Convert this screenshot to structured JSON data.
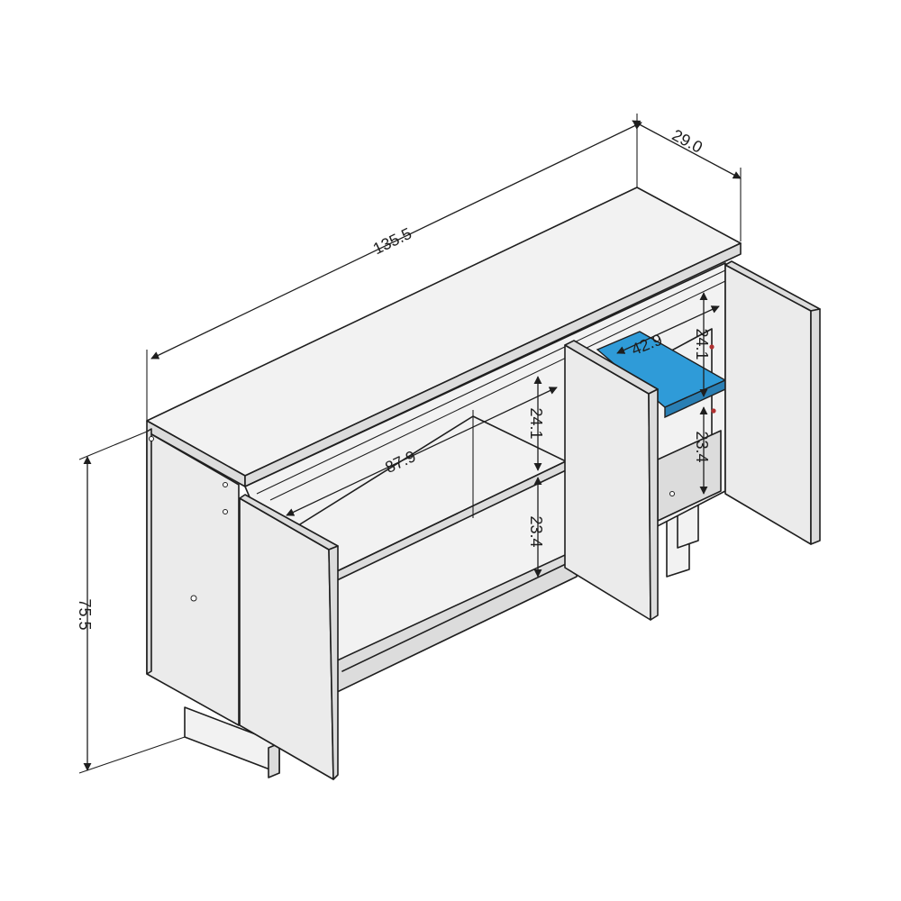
{
  "dimensions": {
    "width": "135.5",
    "depth": "29.0",
    "height": "75.5",
    "left_shelf_width": "87.9",
    "left_upper_height": "24.1",
    "left_lower_height": "23.4",
    "right_shelf_width": "42.9",
    "right_upper_height": "24.1",
    "right_lower_height": "23.4"
  },
  "colors": {
    "highlighted_shelf": "#2f9bd8",
    "cabinet_fill": "#ebebeb",
    "line": "#1e1e1e"
  }
}
